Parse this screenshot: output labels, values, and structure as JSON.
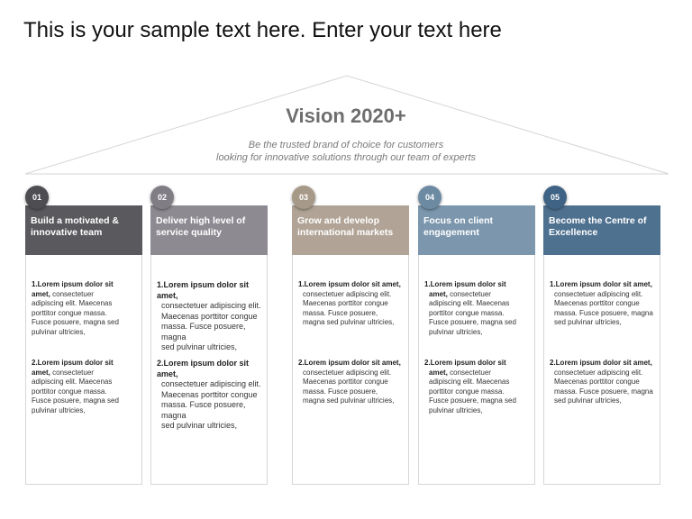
{
  "page": {
    "title": "This is your sample text here. Enter your text here"
  },
  "vision": {
    "title": "Vision 2020+",
    "subtitle_line1": "Be the trusted  brand of choice for customers",
    "subtitle_line2": "looking for innovative solutions  through our team of experts"
  },
  "columns": [
    {
      "number": "01",
      "color": "#5a5a5e",
      "badge_color": "#4d4d52",
      "header": [
        "Build a motivated &",
        "innovative team"
      ],
      "items": [
        {
          "bold": [
            "1.Lorem ipsum dolor sit",
            "amet,"
          ],
          "lines": [
            "consectetuer",
            "adipiscing elit. Maecenas",
            "porttitor congue massa.",
            "Fusce posuere, magna sed",
            "pulvinar ultricies,"
          ]
        },
        {
          "bold": [
            "2.Lorem ipsum dolor sit",
            "amet,"
          ],
          "lines": [
            "consectetuer",
            "adipiscing elit. Maecenas",
            "porttitor congue massa.",
            "Fusce posuere, magna sed",
            "pulvinar ultricies,"
          ]
        }
      ]
    },
    {
      "number": "02",
      "color": "#8d8a91",
      "badge_color": "#807d85",
      "header": [
        "Deliver  high level of",
        "service quality"
      ],
      "items": [
        {
          "bold": [
            "1.Lorem ipsum dolor sit amet,"
          ],
          "lines": [
            "consectetuer adipiscing elit.",
            "Maecenas porttitor congue",
            "massa. Fusce posuere, magna",
            "sed pulvinar ultricies,"
          ]
        },
        {
          "bold": [
            "2.Lorem ipsum dolor sit amet,"
          ],
          "lines": [
            "consectetuer adipiscing elit.",
            "Maecenas porttitor congue",
            "massa. Fusce posuere, magna",
            "sed pulvinar ultricies,"
          ]
        }
      ]
    },
    {
      "number": "03",
      "color": "#b1a496",
      "badge_color": "#a79987",
      "header": [
        "Grow and develop",
        "international markets"
      ],
      "items": [
        {
          "bold": [
            "1.Lorem ipsum dolor sit amet,"
          ],
          "lines": [
            "consectetuer adipiscing elit.",
            "Maecenas porttitor congue",
            "massa. Fusce posuere,",
            "magna sed pulvinar ultricies,"
          ]
        },
        {
          "bold": [
            "2.Lorem ipsum dolor sit amet,"
          ],
          "lines": [
            "consectetuer adipiscing elit.",
            "Maecenas porttitor congue",
            "massa. Fusce posuere,",
            "magna sed pulvinar ultricies,"
          ]
        }
      ]
    },
    {
      "number": "04",
      "color": "#7b96ad",
      "badge_color": "#6d8aa3",
      "header": [
        "Focus  on client",
        "engagement"
      ],
      "items": [
        {
          "bold": [
            "1.Lorem ipsum dolor sit",
            "amet,"
          ],
          "lines": [
            "consectetuer",
            "adipiscing elit. Maecenas",
            "porttitor congue massa.",
            "Fusce posuere, magna sed",
            "pulvinar ultricies,"
          ]
        },
        {
          "bold": [
            "2.Lorem ipsum dolor sit",
            "amet,"
          ],
          "lines": [
            "consectetuer",
            "adipiscing elit. Maecenas",
            "porttitor congue massa.",
            "Fusce posuere, magna sed",
            "pulvinar ultricies,"
          ]
        }
      ]
    },
    {
      "number": "05",
      "color": "#4f7190",
      "badge_color": "#3f6384",
      "header": [
        "Become the Centre of",
        "Excellence"
      ],
      "items": [
        {
          "bold": [
            "1.Lorem ipsum dolor sit amet,"
          ],
          "lines": [
            "consectetuer adipiscing elit.",
            "Maecenas porttitor congue",
            "massa. Fusce posuere, magna",
            "sed pulvinar ultricies,"
          ]
        },
        {
          "bold": [
            "2.Lorem ipsum dolor sit amet,"
          ],
          "lines": [
            "consectetuer adipiscing elit.",
            "Maecenas porttitor congue",
            "massa. Fusce posuere, magna",
            "sed pulvinar ultricies,"
          ]
        }
      ]
    }
  ]
}
